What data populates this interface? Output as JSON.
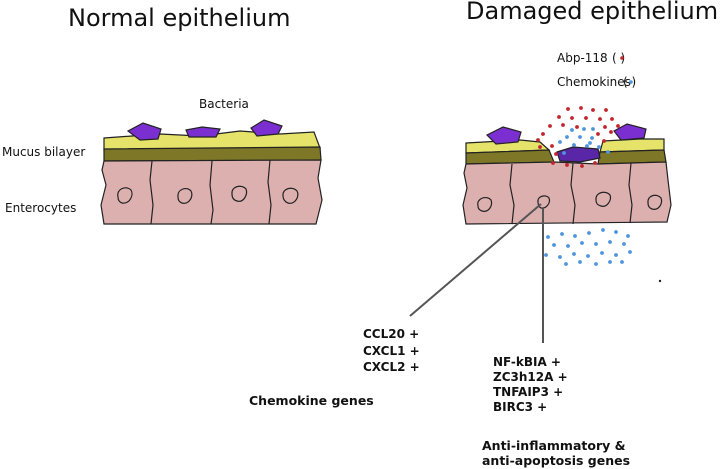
{
  "panels": {
    "normal": {
      "title": "Normal epithelium"
    },
    "damaged": {
      "title": "Damaged epithelium"
    }
  },
  "labels": {
    "bacteria": "Bacteria",
    "mucus": "Mucus bilayer",
    "enterocytes": "Enterocytes"
  },
  "legend": {
    "abp_label": "Abp-118",
    "chemokines_label": "Chemokines"
  },
  "gene_groups": {
    "chemokine": {
      "genes": [
        "CCL20 +",
        "CXCL1 +",
        "CXCL2 +"
      ],
      "heading": "Chemokine genes"
    },
    "anti": {
      "genes": [
        "NF-kBIA +",
        "ZC3h12A +",
        "TNFAIP3 +",
        "BIRC3 +"
      ],
      "heading_line1": "Anti-inflammatory &",
      "heading_line2": "anti-apoptosis genes"
    }
  },
  "colors": {
    "abp118": "#c0262d",
    "chemokine": "#4f95dc",
    "bacteria": "#7b2fd1",
    "mucus_upper": "#e6e36a",
    "mucus_lower": "#7d7727",
    "enterocyte": "#ddb0b0"
  }
}
